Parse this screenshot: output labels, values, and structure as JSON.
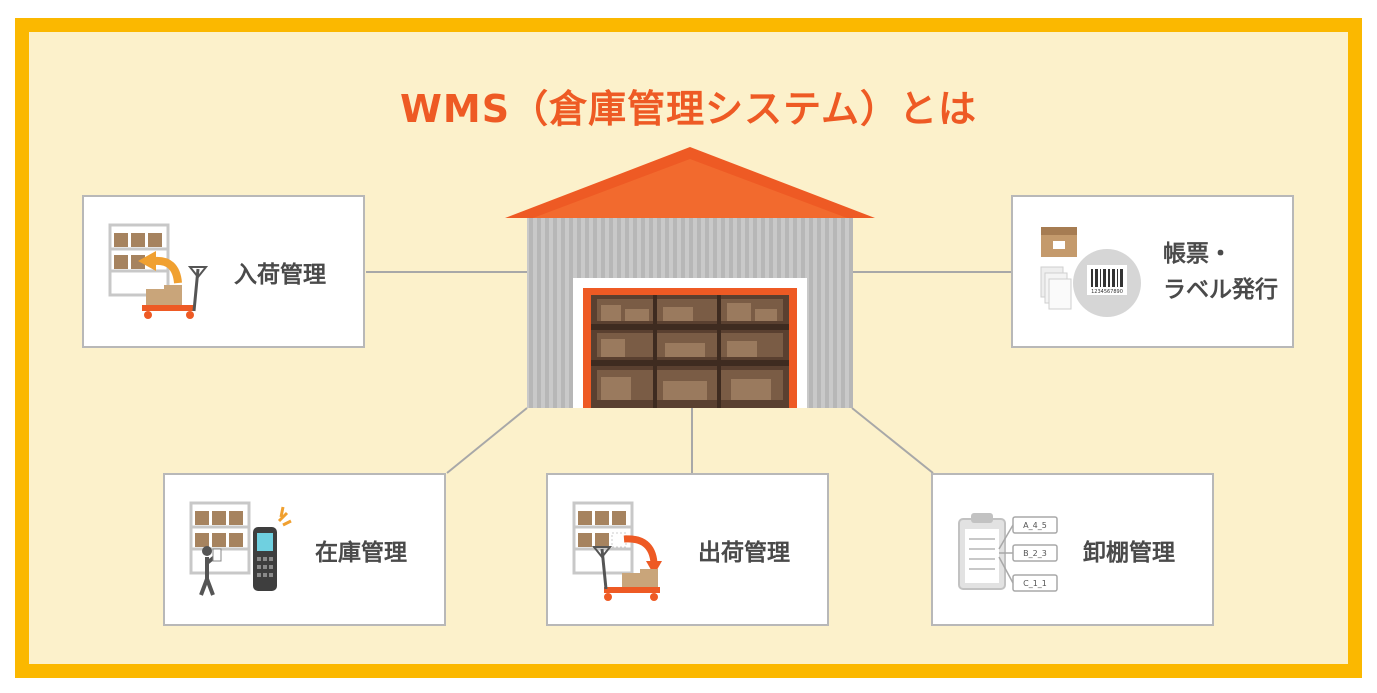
{
  "title": "WMS（倉庫管理システム）とは",
  "colors": {
    "frame": "#fbb800",
    "background": "#fcf1cb",
    "accent": "#ee5a24",
    "box_border": "#b8b8b8",
    "label_text": "#4a4a4a"
  },
  "center": {
    "icon": "warehouse-icon"
  },
  "nodes": [
    {
      "id": "receiving",
      "label": "入荷管理",
      "icon": "pallet-jack-receiving-icon"
    },
    {
      "id": "documents",
      "label_line1": "帳票・",
      "label_line2": "ラベル発行",
      "icon": "barcode-label-icon",
      "barcode_text": "1234567890"
    },
    {
      "id": "inventory",
      "label": "在庫管理",
      "icon": "handheld-scanner-icon"
    },
    {
      "id": "shipping",
      "label": "出荷管理",
      "icon": "pallet-jack-shipping-icon"
    },
    {
      "id": "stocktake",
      "label": "卸棚管理",
      "icon": "clipboard-checklist-icon",
      "tags": [
        "A_4_5",
        "B_2_3",
        "C_1_1"
      ]
    }
  ]
}
